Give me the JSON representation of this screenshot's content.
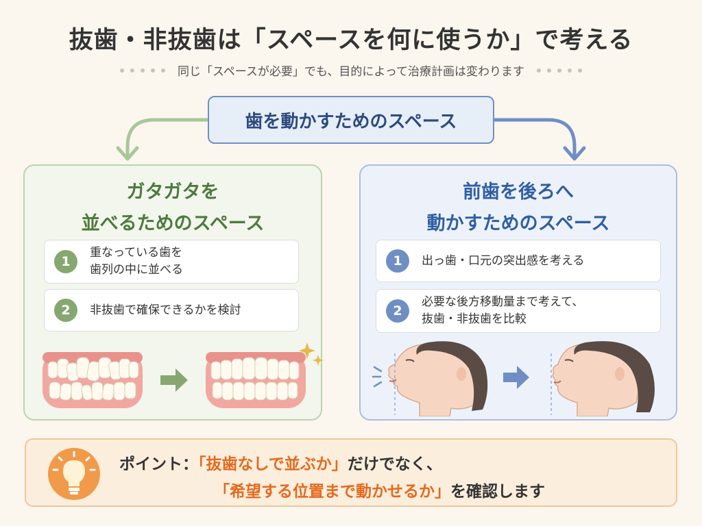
{
  "title": "抜歯・非抜歯は「スペースを何に使うか」で考える",
  "subtitle": "同じ「スペースが必要」でも、目的によって治療計画は変わります",
  "top_box": "歯を動かすためのスペース",
  "left_panel": {
    "title_line1": "ガタガタを",
    "title_line2": "並べるためのスペース",
    "items": [
      {
        "num": "1",
        "line1": "重なっている歯を",
        "line2": "歯列の中に並べる"
      },
      {
        "num": "2",
        "line1": "非抜歯で確保できるかを検討",
        "line2": ""
      }
    ]
  },
  "right_panel": {
    "title_line1": "前歯を後ろへ",
    "title_line2": "動かすためのスペース",
    "items": [
      {
        "num": "1",
        "line1": "出っ歯・口元の突出感を考える",
        "line2": ""
      },
      {
        "num": "2",
        "line1": "必要な後方移動量まで考えて、",
        "line2": "抜歯・非抜歯を比較"
      }
    ]
  },
  "point": {
    "label": "ポイント：",
    "highlight1": "「抜歯なしで並ぶか」",
    "text1": "だけでなく、",
    "highlight2": "「希望する位置まで動かせるか」",
    "text2": "を確認します"
  },
  "colors": {
    "green": "#86a870",
    "blue": "#6f8fc4",
    "orange": "#e46a1e",
    "background": "#fbf6ee"
  },
  "icons": [
    "lightbulb-icon",
    "sparkle-icon",
    "arrow-right-icon",
    "motion-lines-icon"
  ]
}
